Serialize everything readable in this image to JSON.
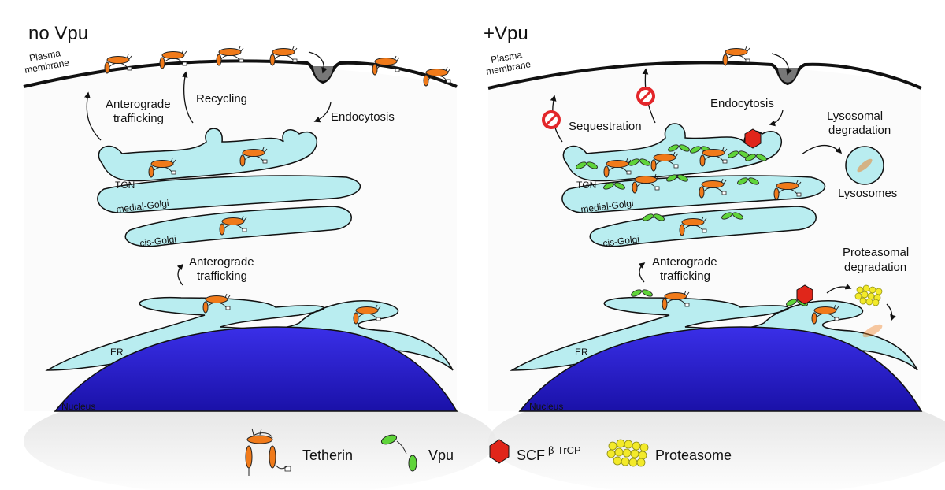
{
  "panels": {
    "left": {
      "title": "no Vpu",
      "labels": {
        "plasma_membrane_1": "Plasma",
        "plasma_membrane_2": "membrane",
        "anterograde_1": "Anterograde",
        "anterograde_2": "trafficking",
        "recycling": "Recycling",
        "endocytosis": "Endocytosis",
        "tgn": "TGN",
        "medial_golgi": "medial-Golgi",
        "cis_golgi": "cis-Golgi",
        "anterograde_lower_1": "Anterograde",
        "anterograde_lower_2": "trafficking",
        "er": "ER",
        "nucleus": "Nucleus"
      }
    },
    "right": {
      "title": "+Vpu",
      "labels": {
        "plasma_membrane_1": "Plasma",
        "plasma_membrane_2": "membrane",
        "sequestration": "Sequestration",
        "endocytosis": "Endocytosis",
        "lysosomal_1": "Lysosomal",
        "lysosomal_2": "degradation",
        "lysosomes": "Lysosomes",
        "tgn": "TGN",
        "medial_golgi": "medial-Golgi",
        "cis_golgi": "cis-Golgi",
        "anterograde_lower_1": "Anterograde",
        "anterograde_lower_2": "trafficking",
        "proteasomal_1": "Proteasomal",
        "proteasomal_2": "degradation",
        "er": "ER",
        "nucleus": "Nucleus"
      }
    }
  },
  "legend": {
    "tetherin": "Tetherin",
    "vpu": "Vpu",
    "scf": "SCF",
    "scf_superscript": "β-TrCP",
    "proteasome": "Proteasome"
  },
  "colors": {
    "organelle_fill": "#b9edf0",
    "nucleus": "#2a1fd6",
    "tetherin_orange": "#f07a1a",
    "vpu_green": "#5fd43a",
    "scf_red": "#e0261a",
    "proteasome_yellow": "#f3ea2a",
    "block_red": "#e3262a"
  }
}
